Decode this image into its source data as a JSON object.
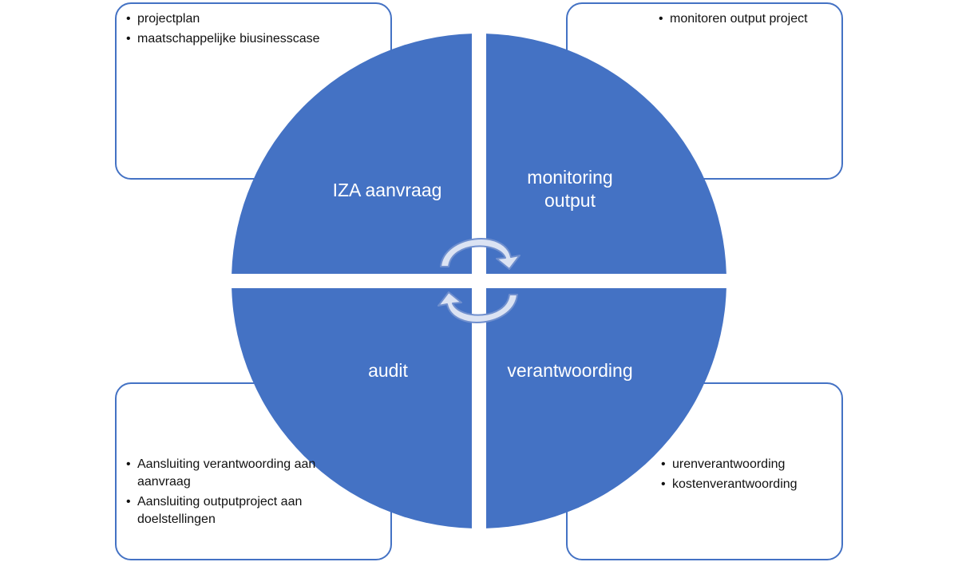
{
  "quadrants": {
    "top_left": "IZA aanvraag",
    "top_right": [
      "monitoring",
      "output"
    ],
    "bottom_left": "audit",
    "bottom_right": "verantwoording"
  },
  "boxes": {
    "top_left": [
      "projectplan",
      "maatschappelijke biusinesscase"
    ],
    "top_right": [
      "monitoren output project"
    ],
    "bottom_left": [
      "Aansluiting verantwoording aan aanvraag",
      "Aansluiting outputproject aan doelstellingen"
    ],
    "bottom_right": [
      "urenverantwoording",
      "kostenverantwoording"
    ]
  },
  "colors": {
    "quadrant_fill": "#4472c4",
    "box_border": "#4472c4",
    "arrow_fill": "#dbe3f3",
    "arrow_stroke": "#6f8fce"
  },
  "icons": [
    "cycle-arrow-icon"
  ]
}
